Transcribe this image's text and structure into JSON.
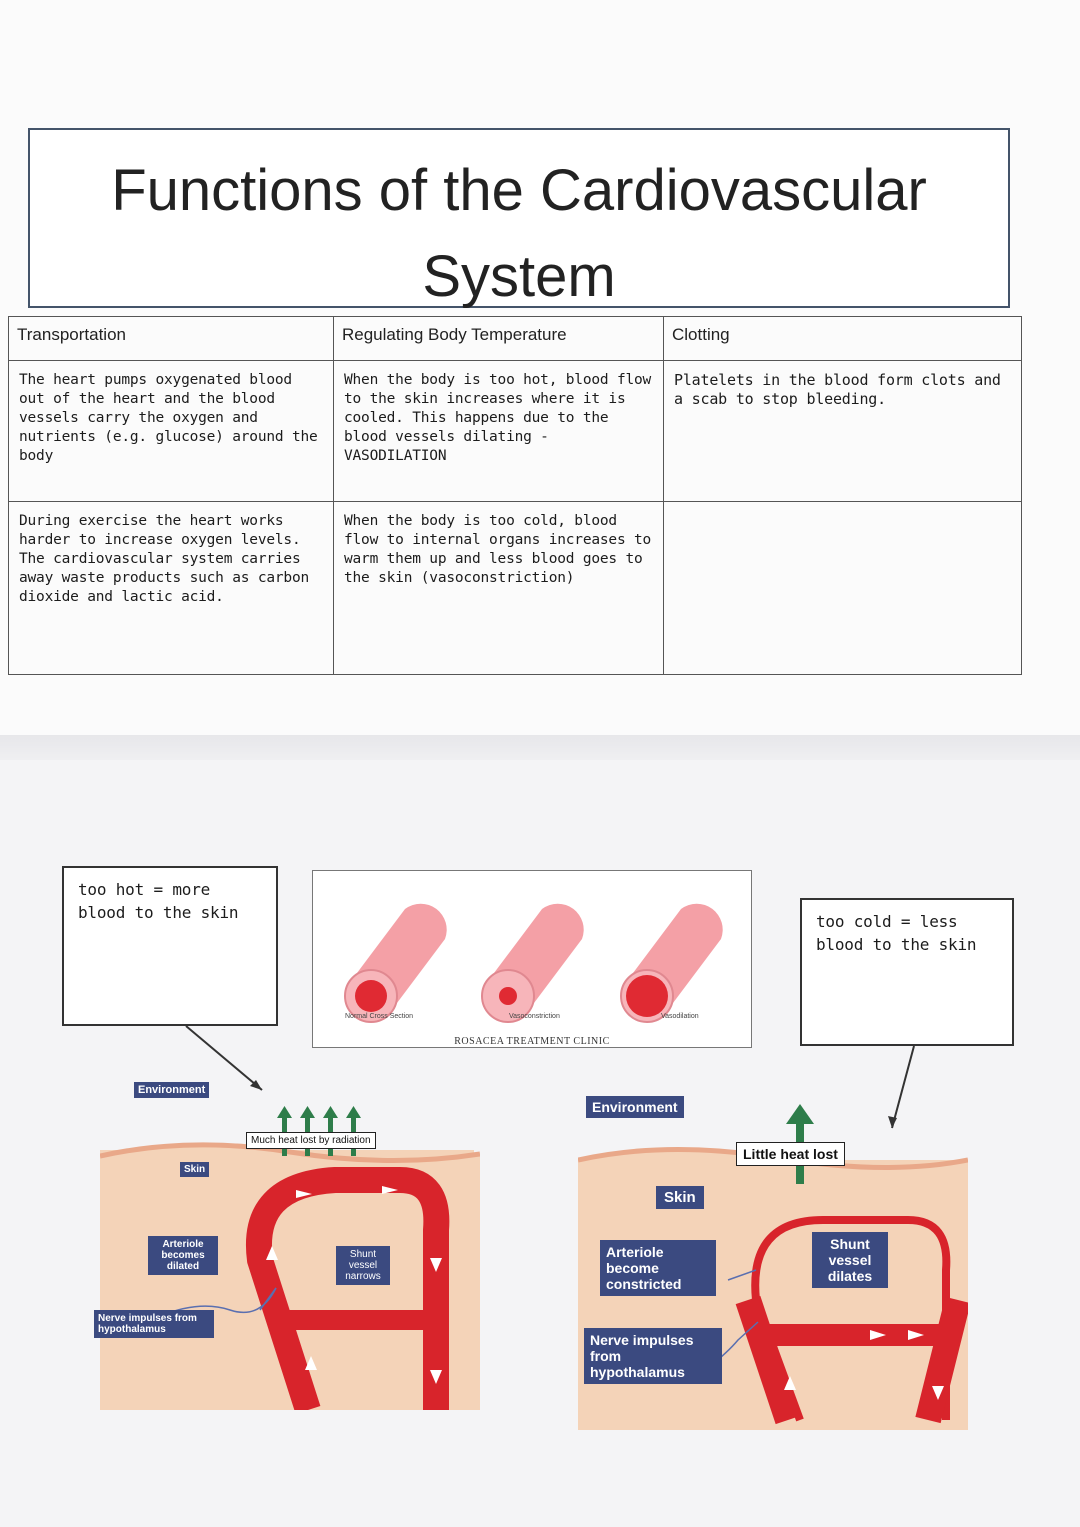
{
  "title": "Functions of the Cardiovascular\nSystem",
  "table": {
    "headers": [
      "Transportation",
      "Regulating Body Temperature",
      "Clotting"
    ],
    "rows": [
      [
        "The heart pumps oxygenated blood out of the heart and the blood vessels carry the oxygen and nutrients (e.g. glucose) around the body",
        "When the body is too hot, blood flow to the skin increases where it is cooled. This happens due to the blood vessels dilating - VASODILATION",
        "Platelets in the blood form clots and a scab to stop bleeding."
      ],
      [
        "During exercise the heart works harder to increase oxygen levels. The cardiovascular system carries away waste products such as carbon dioxide and lactic acid.",
        "When the body is too cold, blood flow to internal organs increases to warm them up and less blood goes to the skin (vasoconstriction)",
        ""
      ]
    ]
  },
  "notes": {
    "hot": "too hot = more blood to the skin",
    "cold": "too cold = less blood to the skin"
  },
  "vessel_figure": {
    "captions": [
      "Normal Cross Section",
      "Vasoconstriction",
      "Vasodilation"
    ],
    "credit": "ROSACEA TREATMENT CLINIC"
  },
  "hot_diagram": {
    "environment": "Environment",
    "heat": "Much heat lost by radiation",
    "skin": "Skin",
    "arteriole": "Arteriole becomes dilated",
    "shunt": "Shunt vessel narrows",
    "nerve": "Nerve impulses from hypothalamus"
  },
  "cold_diagram": {
    "environment": "Environment",
    "heat": "Little heat lost",
    "skin": "Skin",
    "arteriole": "Arteriole become constricted",
    "shunt": "Shunt vessel dilates",
    "nerve": "Nerve impulses from hypothalamus"
  },
  "colors": {
    "blood": "#d8242b",
    "skin": "#f4d3b8",
    "label_dark": "#3b4a80",
    "arrow_green": "#2e7d4a"
  }
}
